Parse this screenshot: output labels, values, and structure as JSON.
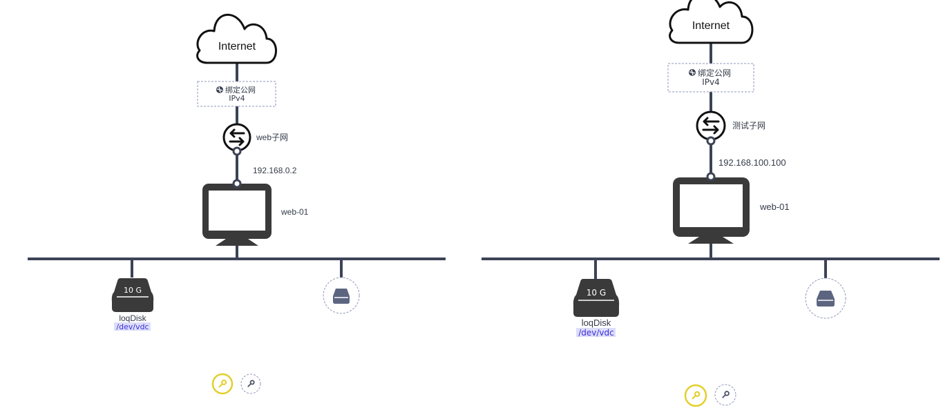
{
  "diagrams": [
    {
      "internet_label": "Internet",
      "eip": {
        "line1": "绑定公网",
        "line2": "IPv4"
      },
      "subnet_label": "web子网",
      "ip_label": "192.168.0.2",
      "vm_label": "web-01",
      "disk": {
        "capacity": "10 G",
        "name": "loqDisk",
        "device": "/dev/vdc"
      }
    },
    {
      "internet_label": "Internet",
      "eip": {
        "line1": "绑定公网",
        "line2": "IPv4"
      },
      "subnet_label": "测试子网",
      "ip_label": "192.168.100.100",
      "vm_label": "web-01",
      "disk": {
        "capacity": "10 G",
        "name": "loqDisk",
        "device": "/dev/vdc"
      }
    }
  ],
  "colors": {
    "line": "#3c4356",
    "key_active": "#e3cf2a",
    "key_inactive": "#7e86a3",
    "dashed": "#8e96b8",
    "device_highlight": "#ddddfb"
  }
}
